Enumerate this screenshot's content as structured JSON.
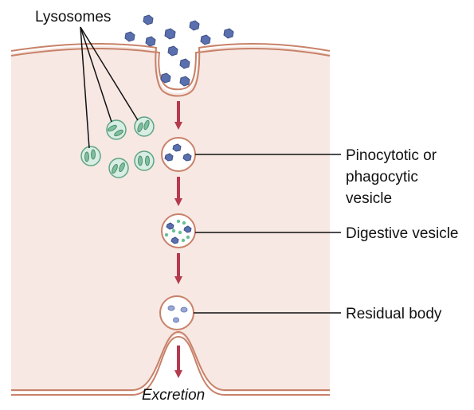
{
  "labels": {
    "lysosomes": "Lysosomes",
    "vesicle_line1": "Pinocytotic or",
    "vesicle_line2": "phagocytic",
    "vesicle_line3": "vesicle",
    "digestive": "Digestive vesicle",
    "residual": "Residual body",
    "excretion": "Excretion"
  },
  "colors": {
    "cytoplasm": "#f7e8e3",
    "membrane": "#c8826a",
    "particle": "#5a6fad",
    "lysosome": "#d8ede3",
    "lysosome_stroke": "#5fa585",
    "arrow": "#b53a4e"
  }
}
